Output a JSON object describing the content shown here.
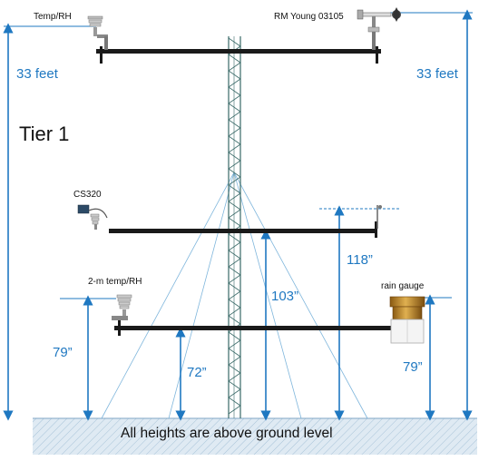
{
  "labels": {
    "temp_rh_top": "Temp/RH",
    "anemometer": "RM Young 03105",
    "feet_left": "33 feet",
    "feet_right": "33 feet",
    "tier": "Tier 1",
    "cs320": "CS320",
    "temp_rh_2m": "2-m temp/RH",
    "rain_gauge": "rain gauge",
    "h118": "118”",
    "h103": "103”",
    "h79_left": "79”",
    "h72": "72”",
    "h79_right": "79”",
    "ground_note": "All heights are above ground level"
  },
  "colors": {
    "dimension": "#1f78c1",
    "boom": "#1a1a1a",
    "tower": "#3a6a68",
    "ground": "#d4e4f0",
    "rain_gauge": "#c8922e"
  }
}
